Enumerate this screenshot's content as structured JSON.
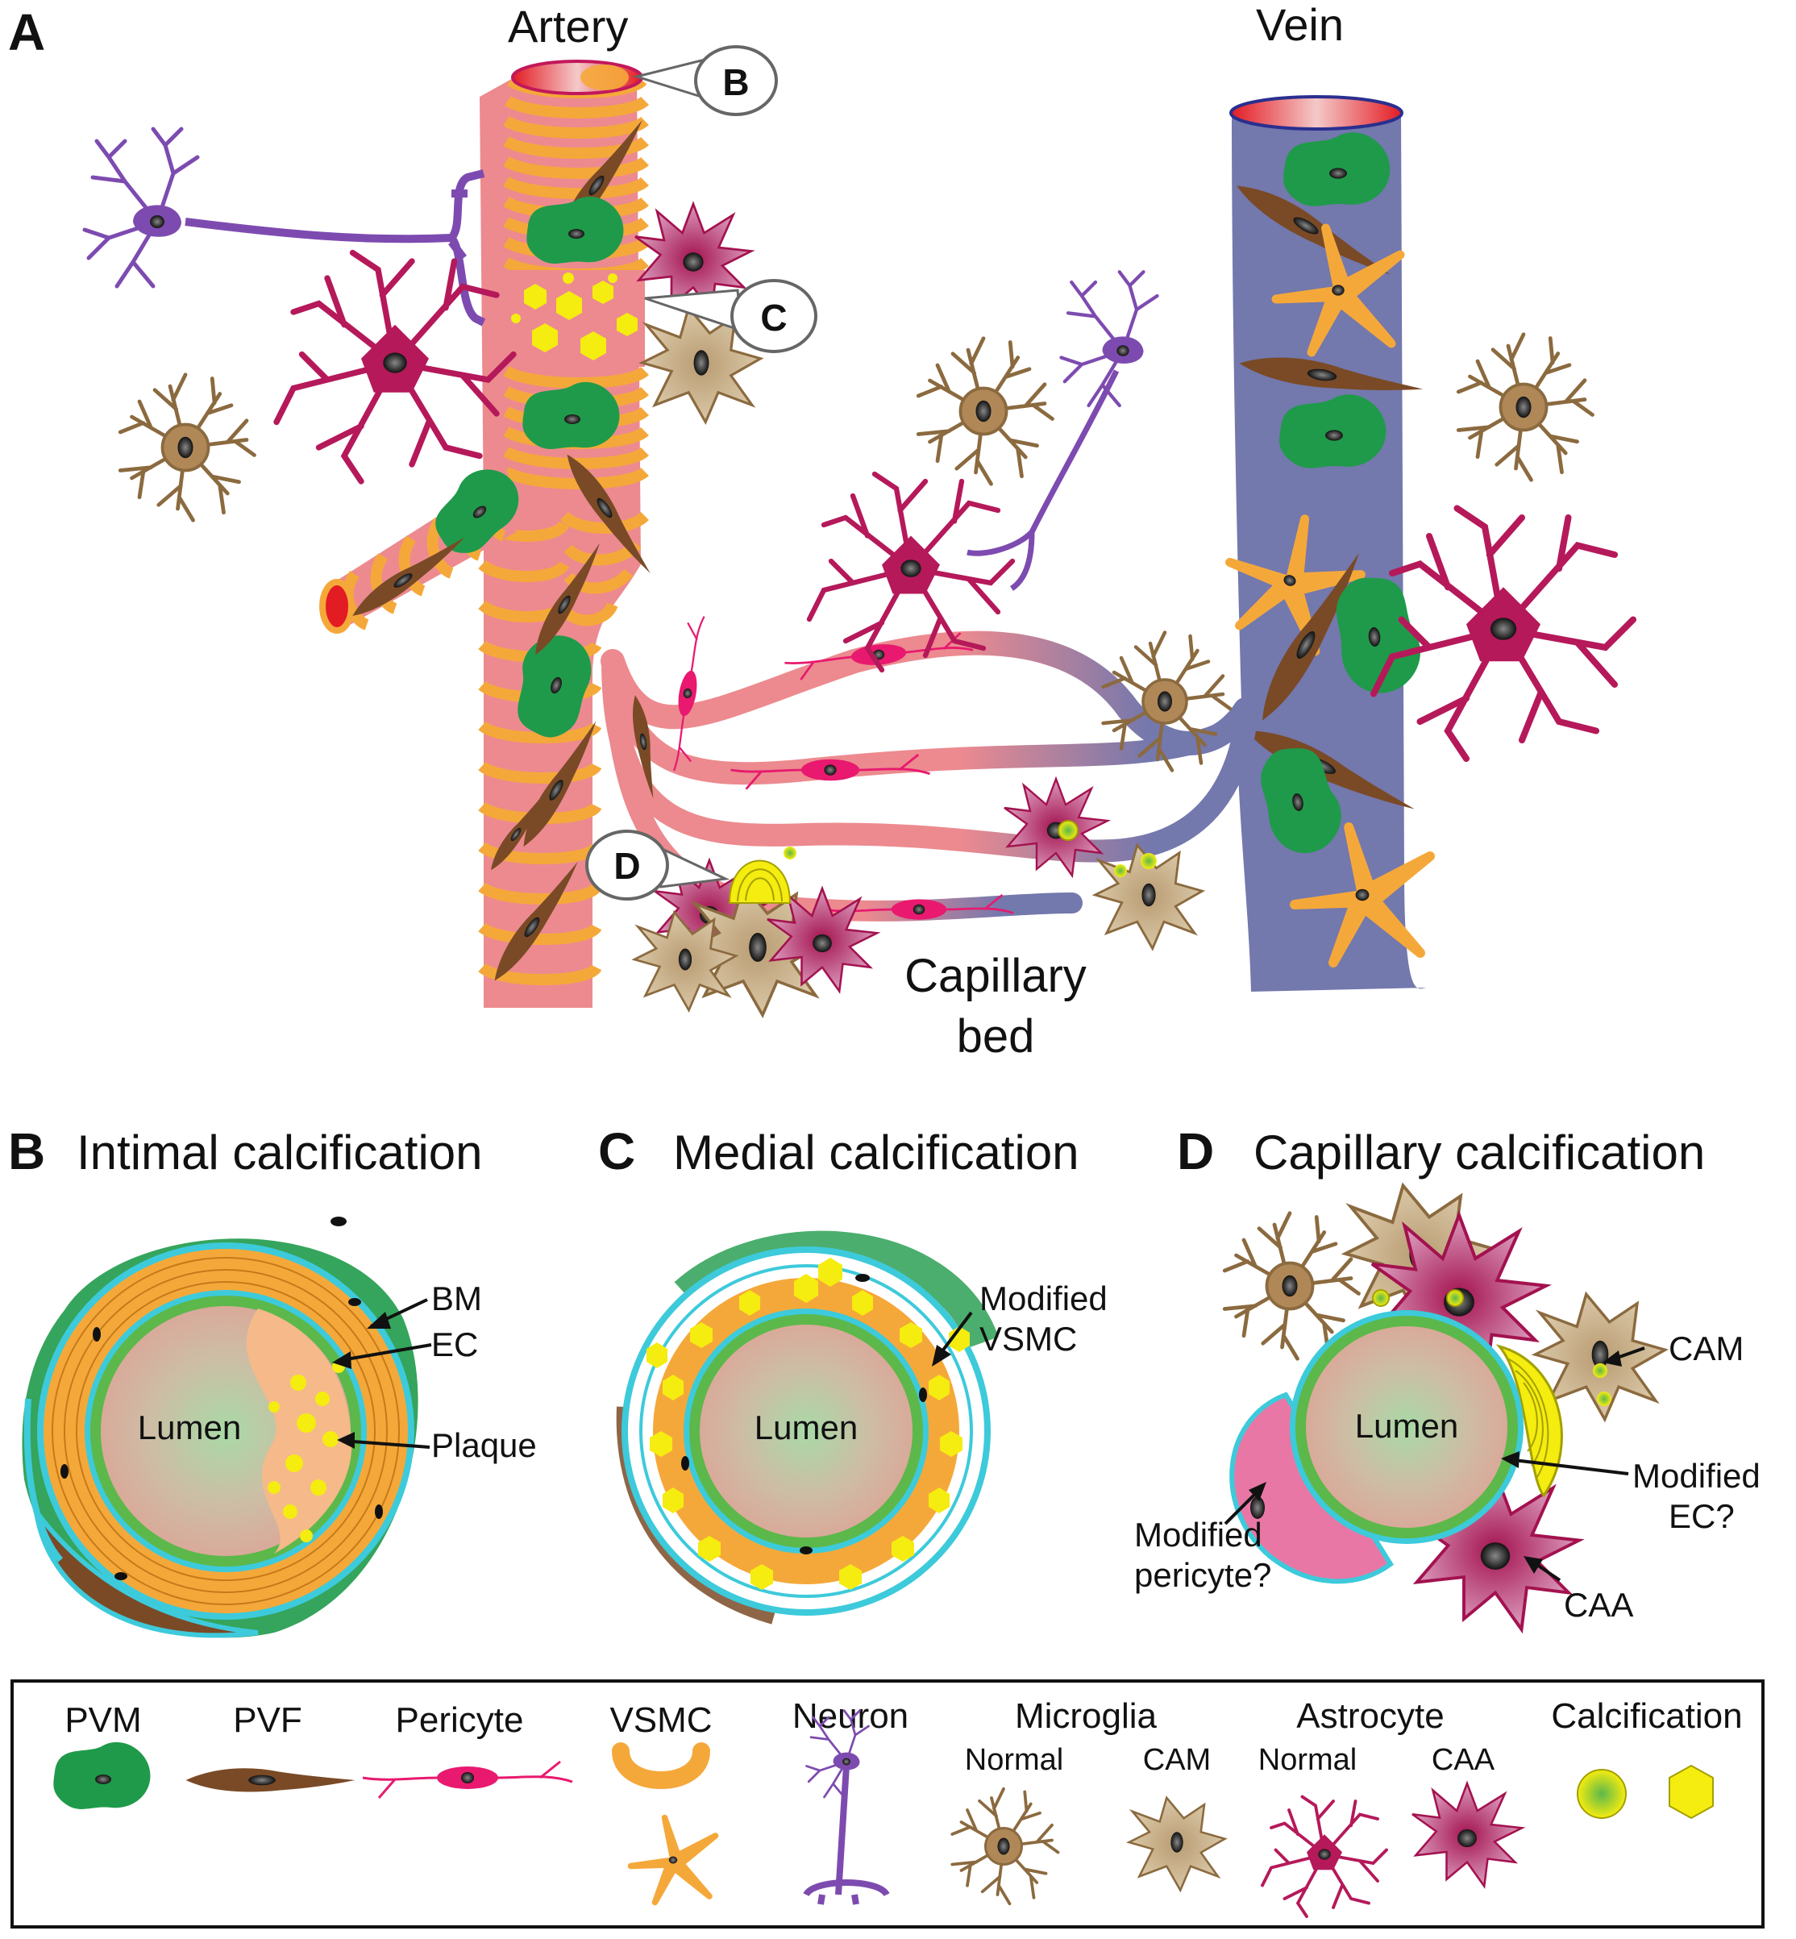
{
  "panel_a": {
    "letter": "A",
    "artery": "Artery",
    "vein": "Vein",
    "capillary_bed_line1": "Capillary",
    "capillary_bed_line2": "bed",
    "callouts": [
      "B",
      "C",
      "D"
    ]
  },
  "panel_b": {
    "letter": "B",
    "title": "Intimal calcification",
    "lumen": "Lumen",
    "labels": {
      "bm": "BM",
      "ec": "EC",
      "plaque": "Plaque"
    }
  },
  "panel_c": {
    "letter": "C",
    "title": "Medial calcification",
    "lumen": "Lumen",
    "labels": {
      "modified_line1": "Modified",
      "modified_line2": "VSMC"
    }
  },
  "panel_d": {
    "letter": "D",
    "title": "Capillary calcification",
    "lumen": "Lumen",
    "labels": {
      "cam": "CAM",
      "modified_ec_line1": "Modified",
      "modified_ec_line2": "EC?",
      "modified_pericyte_line1": "Modified",
      "modified_pericyte_line2": "pericyte?",
      "caa": "CAA"
    }
  },
  "legend": {
    "pvm": "PVM",
    "pvf": "PVF",
    "pericyte": "Pericyte",
    "vsmc": "VSMC",
    "neuron": "Neuron",
    "microglia": "Microglia",
    "microglia_normal": "Normal",
    "microglia_cam": "CAM",
    "astrocyte": "Astrocyte",
    "astrocyte_normal": "Normal",
    "astrocyte_caa": "CAA",
    "calcification": "Calcification"
  },
  "colors": {
    "pvm": "#1f9a4a",
    "pvf": "#7a4a26",
    "pericyte": "#e8196f",
    "vsmc": "#f5a83a",
    "neuron": "#7d4bb0",
    "microglia": "#b08858",
    "microglia_cam": "#c9b28a",
    "astrocyte": "#b5195a",
    "calcification": "#f5ec10",
    "artery": "#ec8a8f",
    "vein": "#7378ad",
    "endothelium": "#3dcadb",
    "lumen": "#d7b7a0"
  }
}
